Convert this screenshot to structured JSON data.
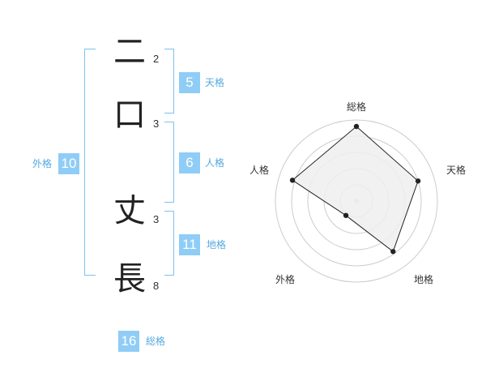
{
  "name": {
    "chars": [
      {
        "char": "二",
        "strokes": "2"
      },
      {
        "char": "口",
        "strokes": "3"
      },
      {
        "char": "丈",
        "strokes": "3"
      },
      {
        "char": "長",
        "strokes": "8"
      }
    ]
  },
  "fortunes": {
    "tenkaku": {
      "value": "5",
      "label": "天格"
    },
    "jinkaku": {
      "value": "6",
      "label": "人格"
    },
    "chikaku": {
      "value": "11",
      "label": "地格"
    },
    "gaikaku": {
      "value": "10",
      "label": "外格"
    },
    "soukaku": {
      "value": "16",
      "label": "総格"
    }
  },
  "radar": {
    "axes": [
      "総格",
      "天格",
      "地格",
      "外格",
      "人格"
    ],
    "values": [
      0.92,
      0.8,
      0.77,
      0.22,
      0.83
    ],
    "fill_color": "#eeeeee",
    "line_color": "#222222",
    "ring_color": "#cccccc"
  },
  "colors": {
    "badge": "#8fcdf6",
    "bracket": "#7cc2f0",
    "label": "#56a9de"
  }
}
